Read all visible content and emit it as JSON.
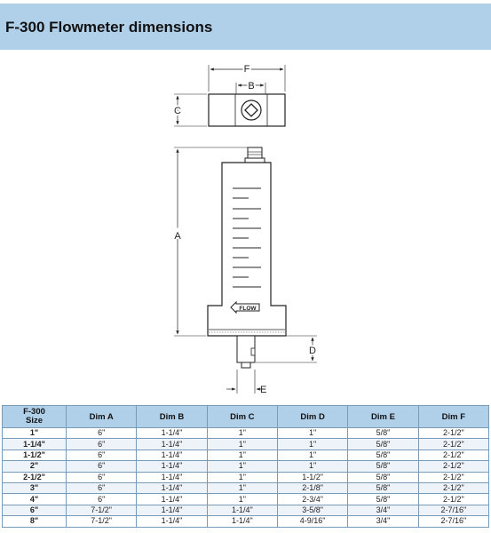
{
  "title": "F-300 Flowmeter dimensions",
  "drawing_labels": {
    "dim_f": "F",
    "dim_b": "B",
    "dim_c": "C",
    "dim_a": "A",
    "dim_d": "D",
    "dim_e": "E",
    "flow_label": "FLOW"
  },
  "table": {
    "headers": [
      "F-300 Size",
      "Dim A",
      "Dim B",
      "Dim C",
      "Dim D",
      "Dim E",
      "Dim F"
    ],
    "rows": [
      [
        "1\"",
        "6\"",
        "1-1/4\"",
        "1\"",
        "1\"",
        "5/8\"",
        "2-1/2\""
      ],
      [
        "1-1/4\"",
        "6\"",
        "1-1/4\"",
        "1\"",
        "1\"",
        "5/8\"",
        "2-1/2\""
      ],
      [
        "1-1/2\"",
        "6\"",
        "1-1/4\"",
        "1\"",
        "1\"",
        "5/8\"",
        "2-1/2\""
      ],
      [
        "2\"",
        "6\"",
        "1-1/4\"",
        "1\"",
        "1\"",
        "5/8\"",
        "2-1/2\""
      ],
      [
        "2-1/2\"",
        "6\"",
        "1-1/4\"",
        "1\"",
        "1-1/2\"",
        "5/8\"",
        "2-1/2\""
      ],
      [
        "3\"",
        "6\"",
        "1-1/4\"",
        "1\"",
        "2-1/8\"",
        "5/8\"",
        "2-1/2\""
      ],
      [
        "4\"",
        "6\"",
        "1-1/4\"",
        "1\"",
        "2-3/4\"",
        "5/8\"",
        "2-1/2\""
      ],
      [
        "6\"",
        "7-1/2\"",
        "1-1/4\"",
        "1-1/4\"",
        "3-5/8\"",
        "3/4\"",
        "2-7/16\""
      ],
      [
        "8\"",
        "7-1/2\"",
        "1-1/4\"",
        "1-1/4\"",
        "4-9/16\"",
        "3/4\"",
        "2-7/16\""
      ]
    ]
  }
}
